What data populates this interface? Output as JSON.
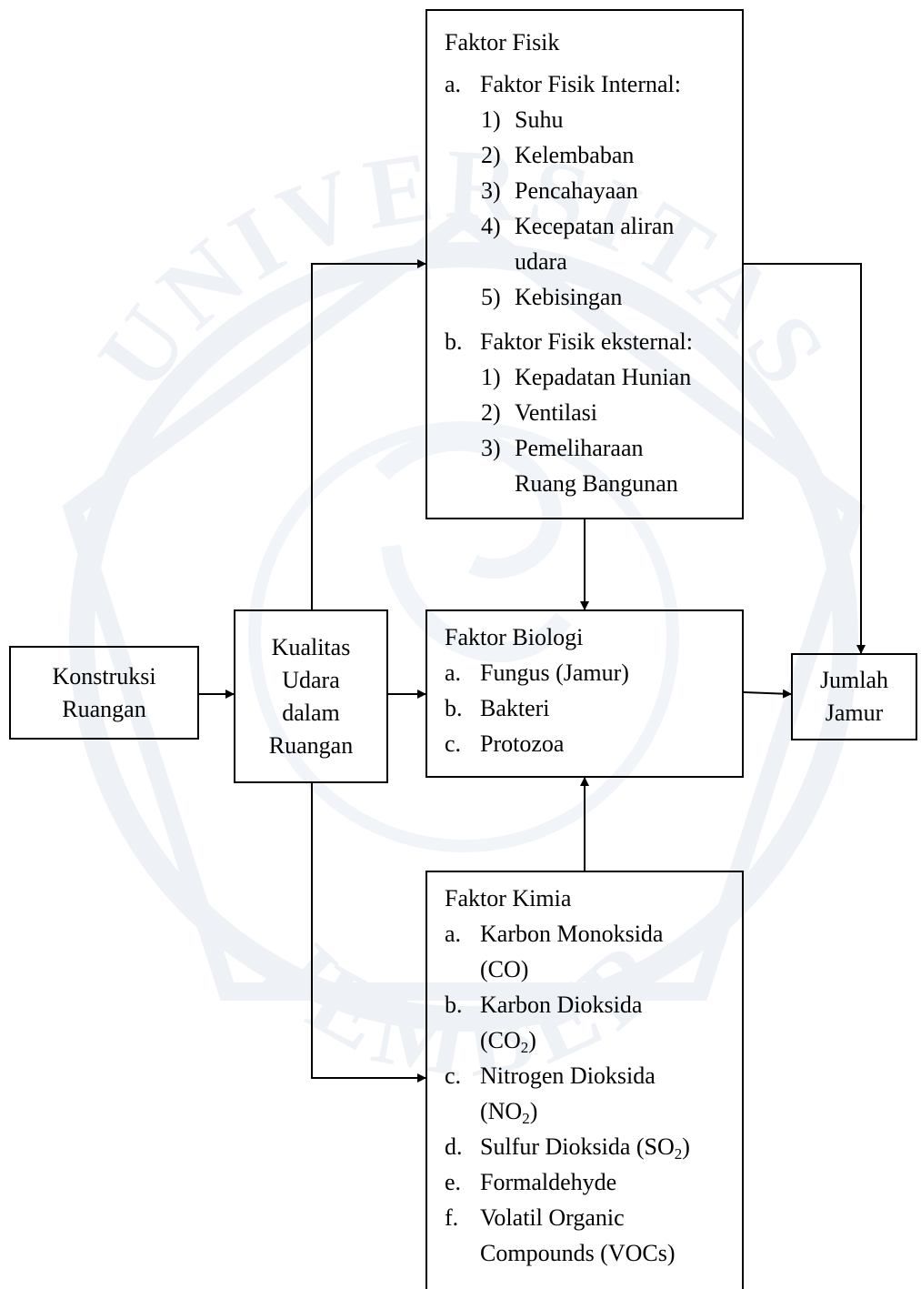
{
  "nodes": {
    "konstruksi": {
      "lines": [
        "Konstruksi",
        "Ruangan"
      ]
    },
    "kualitas": {
      "lines": [
        "Kualitas",
        "Udara",
        "dalam",
        "Ruangan"
      ]
    },
    "jumlah": {
      "lines": [
        "Jumlah",
        "Jamur"
      ]
    }
  },
  "fisik": {
    "title": "Faktor Fisik",
    "a_marker": "a.",
    "a_label": "Faktor Fisik Internal:",
    "a_items": [
      {
        "marker": "1)",
        "text": "Suhu"
      },
      {
        "marker": "2)",
        "text": "Kelembaban"
      },
      {
        "marker": "3)",
        "text": "Pencahayaan"
      },
      {
        "marker": "4)",
        "text": "Kecepatan aliran",
        "cont": "udara"
      },
      {
        "marker": "5)",
        "text": "Kebisingan"
      }
    ],
    "b_marker": "b.",
    "b_label": "Faktor Fisik eksternal:",
    "b_items": [
      {
        "marker": "1)",
        "text": "Kepadatan Hunian"
      },
      {
        "marker": "2)",
        "text": "Ventilasi"
      },
      {
        "marker": "3)",
        "text": "Pemeliharaan",
        "cont": "Ruang Bangunan"
      }
    ]
  },
  "biologi": {
    "title": "Faktor Biologi",
    "items": [
      {
        "marker": "a.",
        "text": "Fungus (Jamur)"
      },
      {
        "marker": "b.",
        "text": "Bakteri"
      },
      {
        "marker": "c.",
        "text": "Protozoa"
      }
    ]
  },
  "kimia": {
    "title": "Faktor Kimia",
    "items": [
      {
        "marker": "a.",
        "text": "Karbon Monoksida",
        "cont": "(CO)"
      },
      {
        "marker": "b.",
        "text": "Karbon Dioksida",
        "cont_pre": "(CO",
        "cont_sub": "2",
        "cont_post": ")"
      },
      {
        "marker": "c.",
        "text": "Nitrogen Dioksida",
        "cont_pre": "(NO",
        "cont_sub": "2",
        "cont_post": ")"
      },
      {
        "marker": "d.",
        "text_pre": "Sulfur Dioksida (SO",
        "text_sub": "2",
        "text_post": ")"
      },
      {
        "marker": "e.",
        "text": "Formaldehyde"
      },
      {
        "marker": "f.",
        "text": "Volatil Organic",
        "cont": "Compounds (VOCs)"
      }
    ]
  },
  "watermark_text": "UNIVERSITAS JEMBER"
}
